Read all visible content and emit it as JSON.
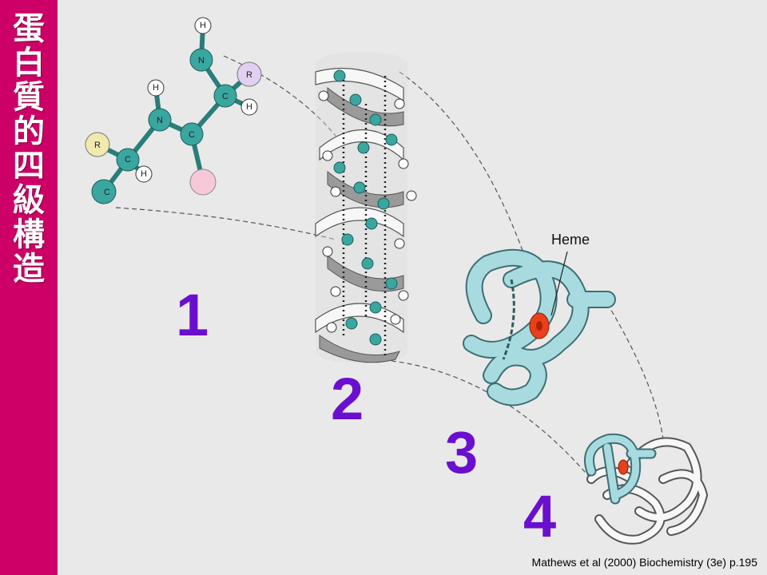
{
  "title": "蛋白質的四級構造",
  "steps": [
    "1",
    "2",
    "3",
    "4"
  ],
  "labels": {
    "heme": "Heme"
  },
  "atoms": {
    "n": "N",
    "c": "C",
    "h": "H",
    "r": "R"
  },
  "citation": "Mathews et al (2000) Biochemistry (3e) p.195",
  "colors": {
    "sidebar": "#cc0066",
    "step_number": "#6a0fd0",
    "protein": "#a8dbe0",
    "heme": "#e8401c",
    "atom": "#3aa6a0"
  }
}
